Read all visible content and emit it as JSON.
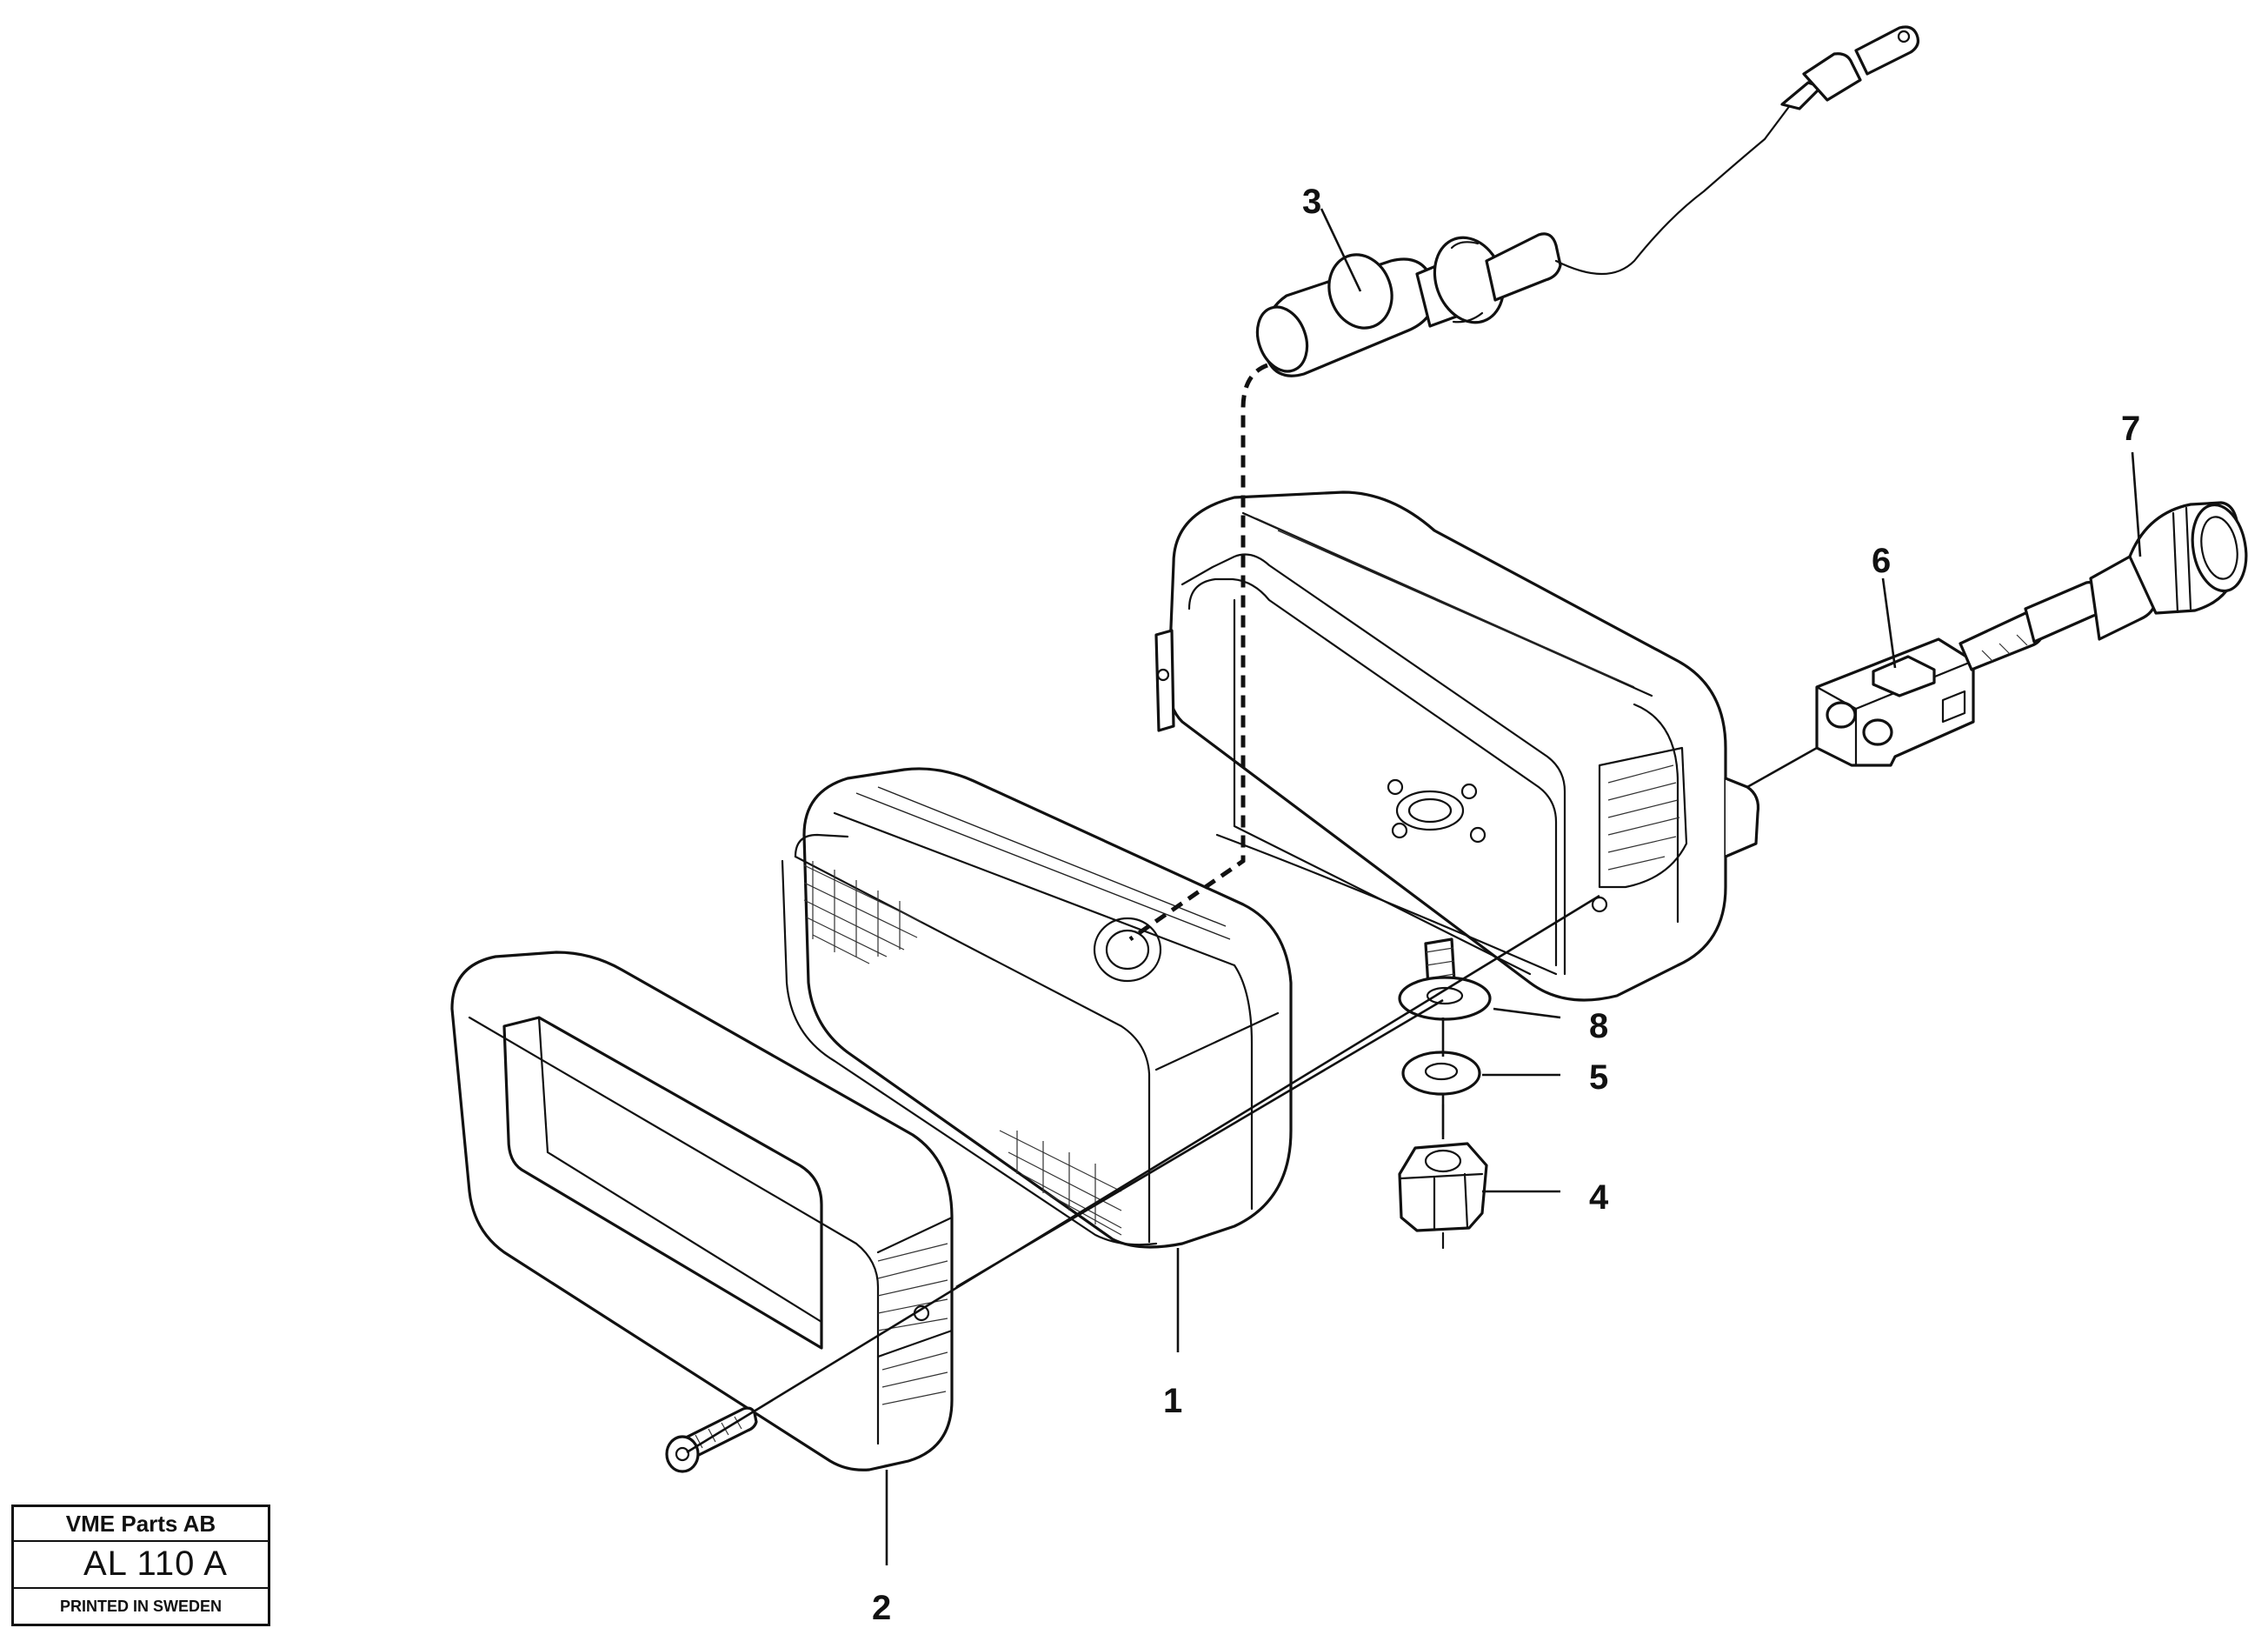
{
  "callouts": [
    {
      "id": "1",
      "label": "1"
    },
    {
      "id": "2",
      "label": "2"
    },
    {
      "id": "3",
      "label": "3"
    },
    {
      "id": "4",
      "label": "4"
    },
    {
      "id": "5",
      "label": "5"
    },
    {
      "id": "6",
      "label": "6"
    },
    {
      "id": "7",
      "label": "7"
    },
    {
      "id": "8",
      "label": "8"
    }
  ],
  "title_block": {
    "company": "VME Parts AB",
    "drawing_code": "AL 110 A",
    "printed": "PRINTED IN SWEDEN"
  }
}
